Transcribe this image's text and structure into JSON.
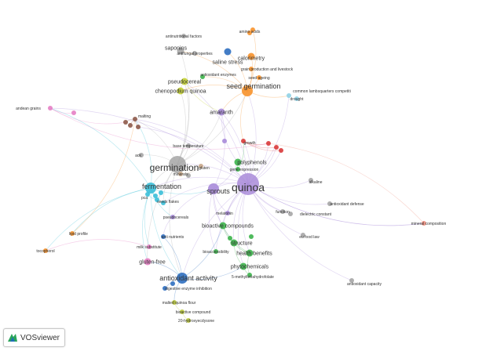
{
  "branding": {
    "logo_text": "VOSviewer"
  },
  "palette": {
    "orange": "#f7922b",
    "grey": "#a6a6a6",
    "green": "#3cb44b",
    "red": "#d93a3a",
    "blue": "#2f6fc0",
    "cyan": "#3bbfd8",
    "purple": "#a98bd9",
    "pink": "#e57fc4",
    "brown": "#8e5a4a",
    "olive": "#c4d133",
    "salmon": "#ee8f7f",
    "lightblue": "#8fd2e6",
    "yellowgreen": "#b8c737",
    "tan": "#c9a98b"
  },
  "nodes": [
    {
      "label": "quinoa",
      "color": "purple",
      "size": "xl"
    },
    {
      "label": "germination",
      "color": "grey",
      "size": "l"
    },
    {
      "label": "fermentation",
      "color": "cyan",
      "size": "m"
    },
    {
      "label": "sprouts",
      "color": "purple",
      "size": "m"
    },
    {
      "label": "seed germination",
      "color": "orange",
      "size": "m"
    },
    {
      "label": "saponins",
      "color": "grey",
      "size": "s"
    },
    {
      "label": "antinutritional factors",
      "color": "grey",
      "size": "xs"
    },
    {
      "label": "amino acids",
      "color": "orange",
      "size": "xs"
    },
    {
      "label": "calorimetry",
      "color": "orange",
      "size": "s"
    },
    {
      "label": "antifungal properties",
      "color": "grey",
      "size": "xs"
    },
    {
      "label": "saline stress",
      "color": "blue",
      "size": "s"
    },
    {
      "label": "grain production and livestock",
      "color": "orange",
      "size": "xs"
    },
    {
      "label": "seed ageing",
      "color": "orange",
      "size": "xs"
    },
    {
      "label": "pseudocereal",
      "color": "olive",
      "size": "s"
    },
    {
      "label": "antioxidant enzymes",
      "color": "green",
      "size": "xs"
    },
    {
      "label": "chenopodium quinoa",
      "color": "olive",
      "size": "s"
    },
    {
      "label": "common lambsquarters competiti",
      "color": "lightblue",
      "size": "xs"
    },
    {
      "label": "drought",
      "color": "lightblue",
      "size": "xs"
    },
    {
      "label": "andean grains",
      "color": "pink",
      "size": "xs"
    },
    {
      "label": "amaranth",
      "color": "purple",
      "size": "s"
    },
    {
      "label": "malting",
      "color": "brown",
      "size": "xs"
    },
    {
      "label": "base temperature",
      "color": "grey",
      "size": "xs"
    },
    {
      "label": "growth",
      "color": "red",
      "size": "xs"
    },
    {
      "label": "polyphenols",
      "color": "green",
      "size": "s"
    },
    {
      "label": "gene expression",
      "color": "green",
      "size": "xs"
    },
    {
      "label": "gluten",
      "color": "tan",
      "size": "xs"
    },
    {
      "label": "minerals",
      "color": "tan",
      "size": "xs"
    },
    {
      "label": "alkaline",
      "color": "grey",
      "size": "xs"
    },
    {
      "label": "antioxidant defense",
      "color": "grey",
      "size": "xs"
    },
    {
      "label": "seeds flakes",
      "color": "cyan",
      "size": "xs"
    },
    {
      "label": "pseudocereals",
      "color": "purple",
      "size": "xs"
    },
    {
      "label": "melatonin",
      "color": "purple",
      "size": "xs"
    },
    {
      "label": "function",
      "color": "grey",
      "size": "xs"
    },
    {
      "label": "dielectric constant",
      "color": "grey",
      "size": "xs"
    },
    {
      "label": "bioactive compounds",
      "color": "green",
      "size": "s"
    },
    {
      "label": "mineral composition",
      "color": "salmon",
      "size": "xs"
    },
    {
      "label": "lipid profile",
      "color": "orange",
      "size": "xs"
    },
    {
      "label": "eu food law",
      "color": "grey",
      "size": "xs"
    },
    {
      "label": "anti nutrients",
      "color": "blue",
      "size": "xs"
    },
    {
      "label": "structure",
      "color": "green",
      "size": "s"
    },
    {
      "label": "tocopherol",
      "color": "orange",
      "size": "xs"
    },
    {
      "label": "milk substitute",
      "color": "pink",
      "size": "xs"
    },
    {
      "label": "bioaccessibility",
      "color": "green",
      "size": "xs"
    },
    {
      "label": "health benefits",
      "color": "green",
      "size": "s"
    },
    {
      "label": "gluten-free",
      "color": "pink",
      "size": "s"
    },
    {
      "label": "phytochemicals",
      "color": "green",
      "size": "s"
    },
    {
      "label": "antioxidant activity",
      "color": "blue",
      "size": "m"
    },
    {
      "label": "5-methyltetrahydrofolate",
      "color": "green",
      "size": "xs"
    },
    {
      "label": "antioxidant capacity",
      "color": "grey",
      "size": "xs"
    },
    {
      "label": "digestive enzyme inhibition",
      "color": "blue",
      "size": "xs"
    },
    {
      "label": "malted quinoa flour",
      "color": "yellowgreen",
      "size": "xs"
    },
    {
      "label": "bioactive compound",
      "color": "yellowgreen",
      "size": "xs"
    },
    {
      "label": "20-hydroxyecdysone",
      "color": "yellowgreen",
      "size": "xs"
    },
    {
      "label": "ack",
      "color": "grey",
      "size": "xs"
    },
    {
      "label": "pca",
      "color": "cyan",
      "size": "xs"
    },
    {
      "label": "",
      "color": "red",
      "size": "xs"
    },
    {
      "label": "",
      "color": "red",
      "size": "xs"
    },
    {
      "label": "",
      "color": "red",
      "size": "xs"
    },
    {
      "label": "",
      "color": "brown",
      "size": "xs"
    },
    {
      "label": "",
      "color": "brown",
      "size": "xs"
    },
    {
      "label": "",
      "color": "brown",
      "size": "xs"
    },
    {
      "label": "",
      "color": "cyan",
      "size": "xs"
    },
    {
      "label": "",
      "color": "cyan",
      "size": "xs"
    },
    {
      "label": "",
      "color": "cyan",
      "size": "xs"
    },
    {
      "label": "",
      "color": "pink",
      "size": "xs"
    },
    {
      "label": "",
      "color": "green",
      "size": "xs"
    },
    {
      "label": "",
      "color": "green",
      "size": "xs"
    },
    {
      "label": "",
      "color": "orange",
      "size": "xs"
    },
    {
      "label": "",
      "color": "grey",
      "size": "xs"
    },
    {
      "label": "",
      "color": "blue",
      "size": "xs"
    },
    {
      "label": "",
      "color": "purple",
      "size": "xs"
    }
  ]
}
